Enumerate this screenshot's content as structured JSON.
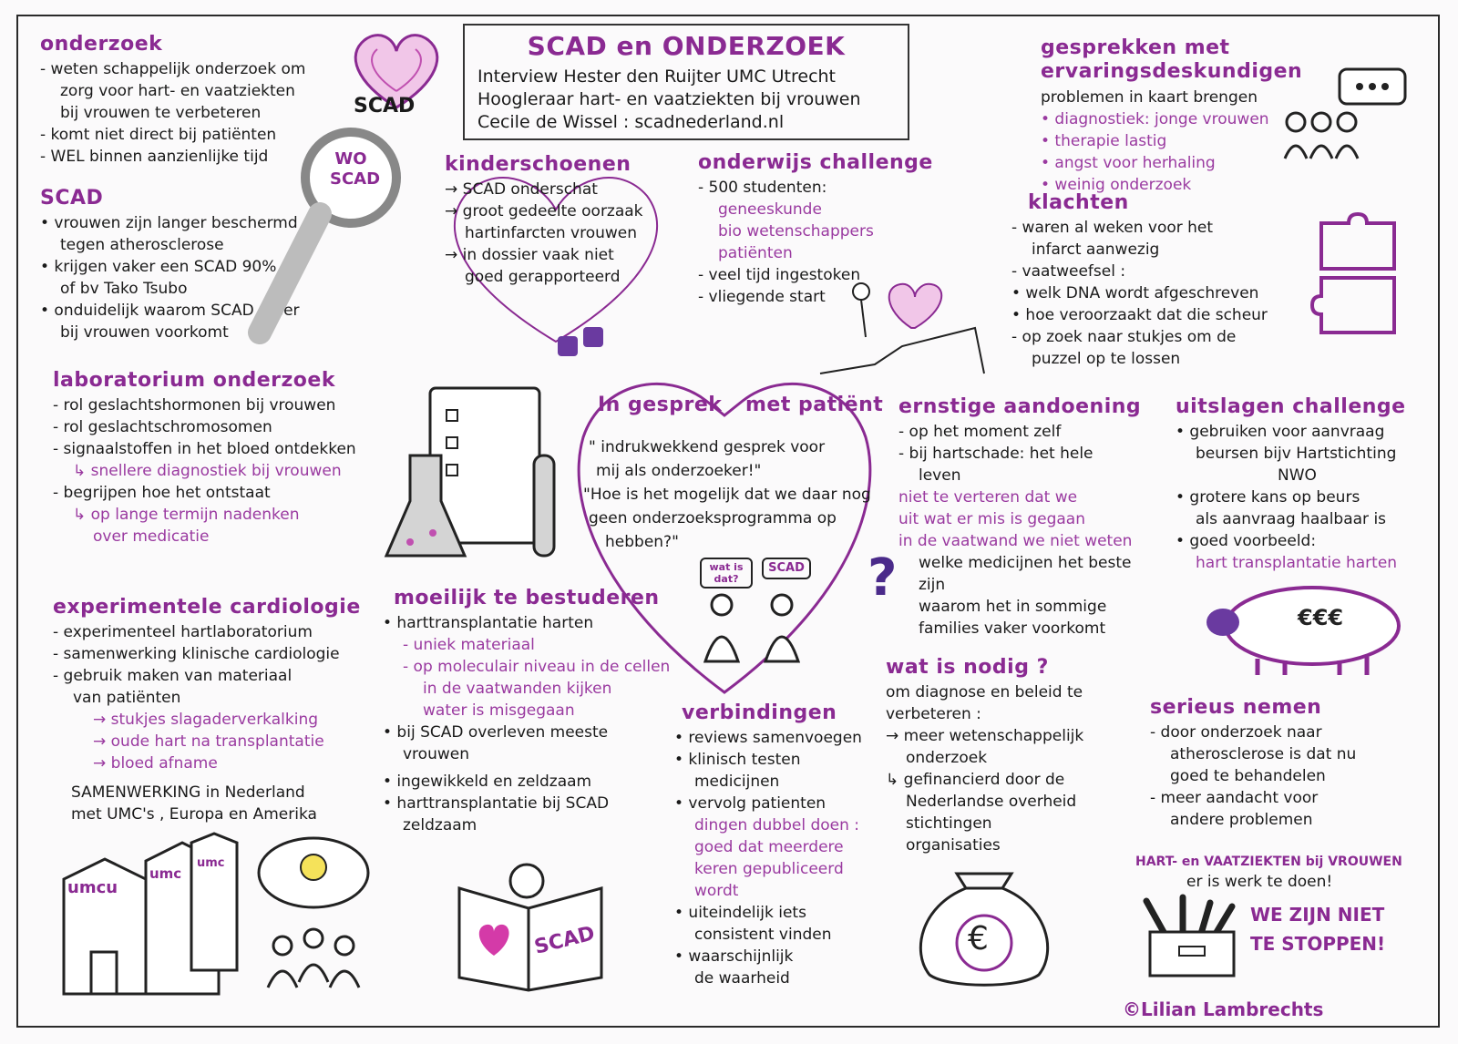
{
  "title": {
    "heading": "SCAD en ONDERZOEK",
    "lines": [
      "Interview Hester den Ruijter UMC Utrecht",
      "Hoogleraar hart- en vaatziekten bij vrouwen",
      "Cecile de Wissel : scadnederland.nl"
    ]
  },
  "onderzoek": {
    "heading": "onderzoek",
    "items": [
      "- weten schappelijk onderzoek om",
      "zorg voor hart- en vaatziekten",
      "bij vrouwen te verbeteren",
      "- komt niet direct bij patiënten",
      "- WEL binnen aanzienlijke tijd"
    ]
  },
  "scad": {
    "heading": "SCAD",
    "items": [
      "• vrouwen zijn langer beschermd",
      "tegen atherosclerose",
      "• krijgen vaker een SCAD 90% ♀",
      "of bv Tako Tsubo",
      "• onduidelijk waarom SCAD meer",
      "bij vrouwen voorkomt"
    ]
  },
  "heart_logo": {
    "text": "SCAD"
  },
  "magnifier": {
    "line1": "WO",
    "line2": "SCAD"
  },
  "kinderschoenen": {
    "heading": "kinderschoenen",
    "items": [
      "→ SCAD onderschat",
      "→ groot gedeelte oorzaak",
      "hartinfarcten vrouwen",
      "→ in dossier vaak niet",
      "goed gerapporteerd"
    ]
  },
  "onderwijs": {
    "heading": "onderwijs challenge",
    "items": [
      "- 500 studenten:"
    ],
    "sub": [
      "geneeskunde",
      "bio wetenschappers",
      "patiënten"
    ],
    "items2": [
      "- veel tijd ingestoken",
      "- vliegende start"
    ]
  },
  "gesprekken": {
    "heading": "gesprekken met ervaringsdeskundigen",
    "intro": "problemen in kaart brengen",
    "items": [
      "• diagnostiek: jonge vrouwen",
      "• therapie lastig",
      "• angst voor herhaling",
      "• weinig onderzoek"
    ]
  },
  "klachten": {
    "heading": "klachten",
    "items": [
      "- waren al weken voor het",
      "infarct aanwezig",
      "- vaatweefsel :",
      "• welk DNA wordt afgeschreven",
      "• hoe veroorzaakt dat die scheur",
      "- op zoek naar stukjes om de",
      "puzzel op te lossen"
    ]
  },
  "laboratorium": {
    "heading": "laboratorium onderzoek",
    "items": [
      "- rol geslachtshormonen bij vrouwen",
      "- rol geslachtschromosomen",
      "- signaalstoffen in het bloed ontdekken"
    ],
    "sub1": "↳ snellere diagnostiek bij vrouwen",
    "item4": "- begrijpen hoe het ontstaat",
    "sub2a": "↳ op lange termijn nadenken",
    "sub2b": "over medicatie"
  },
  "gesprek": {
    "heading_left": "In gesprek",
    "heading_right": "met patiënt",
    "quote1a": "\" indrukwekkend gesprek voor",
    "quote1b": "mij als onderzoeker!\"",
    "quote2a": "\"Hoe is het mogelijk dat we daar nog",
    "quote2b": "geen onderzoeksprogramma op",
    "quote2c": "hebben?\"",
    "bubble_left": "wat is dat?",
    "bubble_right": "SCAD"
  },
  "ernstige": {
    "heading": "ernstige aandoening",
    "items": [
      "- op het moment zelf",
      "- bij hartschade: het hele",
      "leven"
    ],
    "purple": [
      "niet te verteren dat we",
      "uit wat er mis is gegaan",
      "in de vaatwand we niet weten"
    ],
    "items2": [
      "welke medicijnen het beste",
      "zijn",
      "waarom het in sommige",
      "families vaker voorkomt"
    ]
  },
  "uitslagen": {
    "heading": "uitslagen challenge",
    "items": [
      "• gebruiken voor aanvraag",
      "beursen bijv Hartstichting",
      "NWO",
      "• grotere kans op beurs",
      "als aanvraag haalbaar is",
      "• goed voorbeeld:"
    ],
    "purple": "hart transplantatie harten",
    "pig_text": "€€€"
  },
  "experimentele": {
    "heading": "experimentele cardiologie",
    "items": [
      "- experimenteel hartlaboratorium",
      "- samenwerking klinische cardiologie",
      "- gebruik maken van materiaal",
      "van patiënten"
    ],
    "sub": [
      "→ stukjes slagaderverkalking",
      "→ oude hart na transplantatie",
      "→ bloed afname"
    ],
    "samenwerking1": "SAMENWERKING in Nederland",
    "samenwerking2": "met UMC's , Europa en Amerika",
    "bld1": "umcu",
    "bld2": "umc",
    "bld3": "umc"
  },
  "moeilijk": {
    "heading": "moeilijk te bestuderen",
    "item1": "• harttransplantatie harten",
    "sub": [
      "- uniek materiaal",
      "- op moleculair niveau in de cellen",
      "in de vaatwanden kijken",
      "water is misgegaan"
    ],
    "items2": [
      "• bij SCAD overleven meeste",
      "vrouwen",
      "• ingewikkeld en zeldzaam",
      "• harttransplantatie bij SCAD",
      "zeldzaam"
    ],
    "book": "SCAD"
  },
  "verbindingen": {
    "heading": "verbindingen",
    "items": [
      "• reviews samenvoegen",
      "• klinisch testen",
      "medicijnen",
      "• vervolg patienten"
    ],
    "purple": [
      "dingen dubbel doen :",
      "goed dat meerdere",
      "keren gepubliceerd",
      "wordt"
    ],
    "items2": [
      "• uiteindelijk iets",
      "consistent vinden",
      "• waarschijnlijk",
      "de waarheid"
    ]
  },
  "nodig": {
    "heading": "wat is nodig ?",
    "items": [
      "om diagnose en beleid te",
      "verbeteren :",
      "→ meer wetenschappelijk",
      "onderzoek",
      "↳ gefinancierd door de",
      "Nederlandse overheid",
      "stichtingen",
      "organisaties"
    ],
    "bag": "€"
  },
  "serieus": {
    "heading": "serieus nemen",
    "items": [
      "- door onderzoek naar",
      "atherosclerose is dat nu",
      "goed te behandelen",
      "- meer aandacht voor",
      "andere problemen"
    ],
    "banner": "HART- en VAATZIEKTEN bij VROUWEN",
    "werk": "er is werk te doen!",
    "slogan1": "WE ZIJN NIET",
    "slogan2": "TE STOPPEN!"
  },
  "credit": "©Lilian Lambrechts"
}
